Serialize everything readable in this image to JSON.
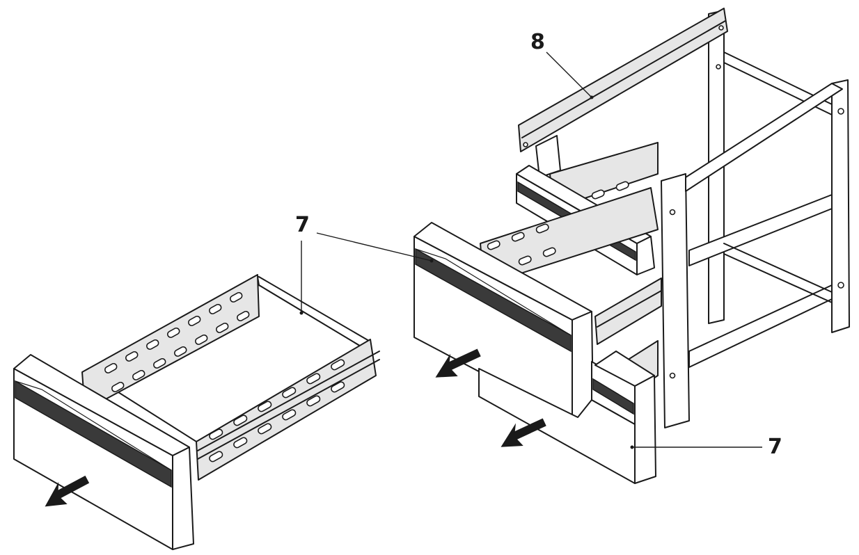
{
  "callouts": {
    "left_drawer": "7",
    "top_rail": "8",
    "middle_drawer": "7",
    "bottom_drawer": "7"
  }
}
